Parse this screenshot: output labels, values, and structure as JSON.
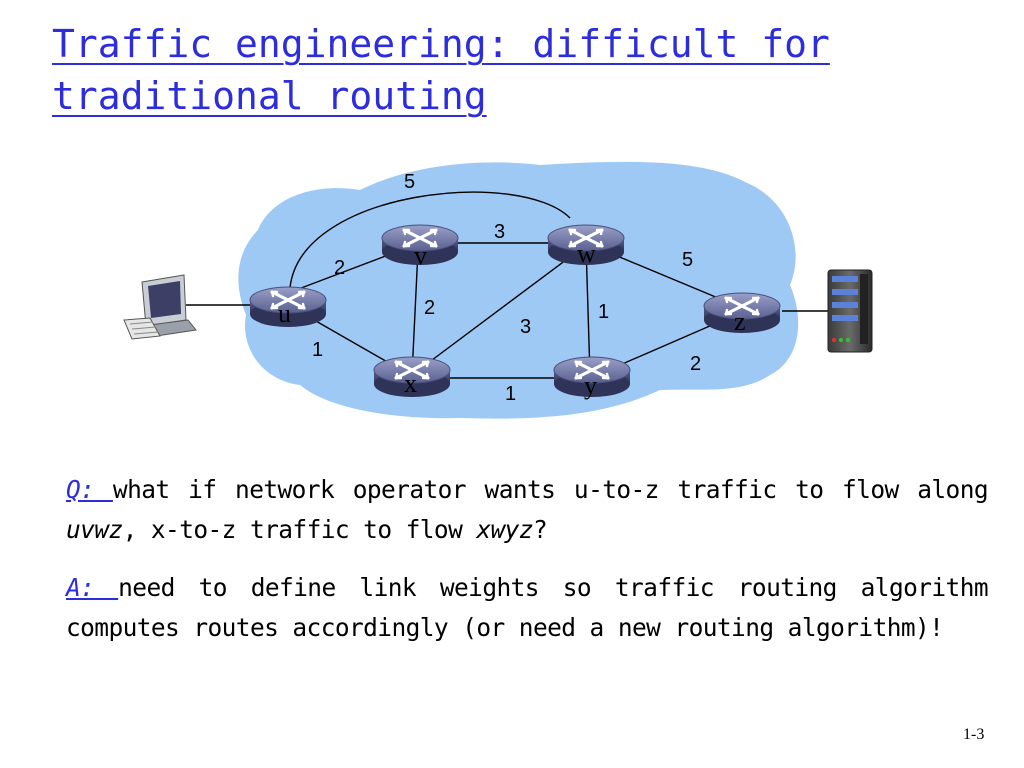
{
  "slide": {
    "title": "Traffic engineering: difficult for traditional routing",
    "page_number": "1-3"
  },
  "diagram": {
    "nodes": [
      {
        "id": "u",
        "label": "u"
      },
      {
        "id": "v",
        "label": "v"
      },
      {
        "id": "w",
        "label": "w"
      },
      {
        "id": "x",
        "label": "x"
      },
      {
        "id": "y",
        "label": "y"
      },
      {
        "id": "z",
        "label": "z"
      }
    ],
    "edges": [
      {
        "from": "u",
        "to": "v",
        "weight": "2"
      },
      {
        "from": "u",
        "to": "x",
        "weight": "1"
      },
      {
        "from": "u",
        "to": "w",
        "weight": "5"
      },
      {
        "from": "v",
        "to": "w",
        "weight": "3"
      },
      {
        "from": "v",
        "to": "x",
        "weight": "2"
      },
      {
        "from": "x",
        "to": "w",
        "weight": "3"
      },
      {
        "from": "x",
        "to": "y",
        "weight": "1"
      },
      {
        "from": "w",
        "to": "y",
        "weight": "1"
      },
      {
        "from": "w",
        "to": "z",
        "weight": "5"
      },
      {
        "from": "y",
        "to": "z",
        "weight": "2"
      }
    ],
    "hosts": [
      {
        "name": "laptop-computer-icon",
        "attached_to": "u"
      },
      {
        "name": "server-tower-icon",
        "attached_to": "z"
      }
    ],
    "colors": {
      "cloud": "#9ec9f5",
      "title": "#2d2ddc"
    }
  },
  "qa": {
    "q_mark": "Q: ",
    "q_text_1": "what if network operator wants u-to-z traffic to flow along ",
    "q_path_1": "uvwz",
    "q_text_2": ", x-to-z traffic to flow ",
    "q_path_2": "xwyz",
    "q_text_3": "?",
    "a_mark": "A: ",
    "a_text": "need to define link weights so traffic routing algorithm computes routes accordingly (or need a new routing algorithm)!"
  }
}
